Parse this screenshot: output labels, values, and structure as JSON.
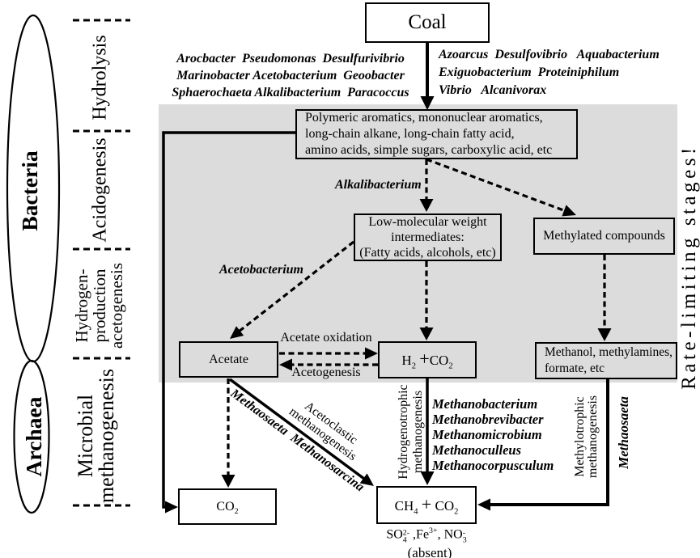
{
  "colors": {
    "background": "#ffffff",
    "shaded_region": "#dcdcdc",
    "line": "#000000",
    "text": "#000000"
  },
  "left_panel": {
    "domain_bacteria": "Bacteria",
    "domain_archaea": "Archaea",
    "stage_hydrolysis": "Hydrolysis",
    "stage_acidogenesis": "Acidogenesis",
    "stage_hydrogen_lines": [
      "Hydrogen-",
      "production",
      "acetogenesis"
    ],
    "stage_methanogenesis_lines": [
      "Microbial",
      "methanogenesis"
    ]
  },
  "right_panel": {
    "rate_limiting": "Rate-limiting stages!"
  },
  "top_bacteria": {
    "left_lines": [
      "Arocbacter  Pseudomonas  Desulfurivibrio",
      "Marinobacter Acetobacterium  Geoobacter",
      "Sphaerochaeta Alkalibacterium  Paracoccus"
    ],
    "right_lines": [
      "Azoarcus  Desulfovibrio   Aquabacterium",
      "Exiguobacterium  Proteiniphilum",
      "Vibrio   Alcanivorax"
    ]
  },
  "boxes": {
    "coal": "Coal",
    "polymeric_lines": [
      "Polymeric aromatics, mononuclear aromatics,",
      "long-chain alkane, long-chain fatty acid,",
      "amino acids, simple sugars, carboxylic acid, etc"
    ],
    "low_molecular_lines": [
      "Low-molecular weight",
      "intermediates:",
      "(Fatty acids, alcohols, etc)"
    ],
    "methylated": "Methylated compounds",
    "acetate": "Acetate",
    "h2_co2_tokens": [
      {
        "t": "H"
      },
      {
        "sub": "2"
      },
      {
        "t": " "
      },
      {
        "t": "+",
        "scale": 1.3
      },
      {
        "t": "CO"
      },
      {
        "sub": "2"
      }
    ],
    "methanol_lines": [
      "Methanol, methylamines,",
      "formate, etc"
    ],
    "co2_tokens": [
      {
        "t": "CO"
      },
      {
        "sub": "2"
      }
    ],
    "ch4_co2_tokens": [
      {
        "t": "CH"
      },
      {
        "sub": "4"
      },
      {
        "t": " "
      },
      {
        "t": "+",
        "scale": 1.3
      },
      {
        "t": " CO"
      },
      {
        "sub": "2"
      }
    ]
  },
  "labels": {
    "alkalibacterium": "Alkalibacterium",
    "acetobacterium": "Acetobacterium",
    "acetate_oxidation": "Acetate oxidation",
    "acetogenesis": "Acetogenesis",
    "acetoclastic_lines": [
      "Acetoclastic",
      "methanogenesis"
    ],
    "methanosaeta_methanosarcina": "Methaosaeta  Methanosarcina",
    "hydrogenotrophic_lines": [
      "Hydrogenotrophic",
      "methanogenesis"
    ],
    "hydrogenotrophic_genera_lines": [
      "Methanobacterium",
      "Methanobrevibacter",
      "Methanomicrobium",
      "Methanoculleus",
      "Methanocorpusculum"
    ],
    "methylotrophic_lines": [
      "Methylotrophic",
      "methanogenesis"
    ],
    "methanosaeta_vertical": "Methaosaeta",
    "inhibitors_tokens": [
      {
        "t": "SO"
      },
      {
        "sup": "2-",
        "sub": "4"
      },
      {
        "t": " ,Fe"
      },
      {
        "sup": "3+"
      },
      {
        "t": ", NO"
      },
      {
        "sup": "-",
        "sub": "3"
      }
    ],
    "absent": "(absent)"
  }
}
